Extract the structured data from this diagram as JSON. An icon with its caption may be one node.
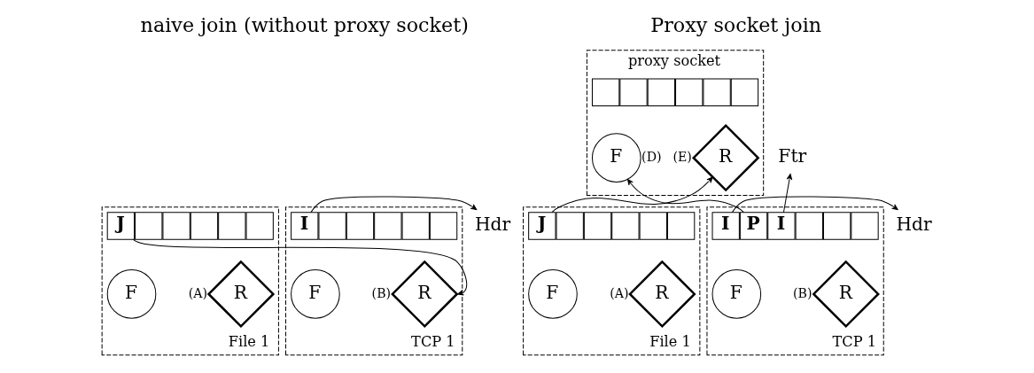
{
  "diagram": {
    "nodes": [
      {
        "text": [
          "File 1"
        ]
      },
      {
        "text": [
          "J"
        ],
        "in": 0
      },
      {
        "text": [],
        "shape": "box",
        "in": 0
      },
      {
        "text": [],
        "shape": "box",
        "in": 0
      },
      {
        "text": [],
        "shape": "box",
        "in": 0
      },
      {
        "text": [],
        "shape": "box",
        "in": 0
      },
      {
        "text": [],
        "shape": "box",
        "in": 0
      },
      {
        "text": [
          "F"
        ],
        "in": 0
      },
      {
        "text": [
          "R"
        ],
        "beside": [
          "(A)"
        ],
        "in": 0
      },
      {
        "text": [
          "TCP 1"
        ]
      },
      {
        "text": [
          "I"
        ],
        "in": 9
      },
      {
        "text": [],
        "shape": "box",
        "in": 9
      },
      {
        "text": [],
        "shape": "box",
        "in": 9
      },
      {
        "text": [],
        "shape": "box",
        "in": 9
      },
      {
        "text": [],
        "shape": "box",
        "in": 9
      },
      {
        "text": [],
        "shape": "box",
        "in": 9
      },
      {
        "text": [
          "F"
        ],
        "in": 9
      },
      {
        "text": [
          "R"
        ],
        "beside": [
          "(B)"
        ],
        "in": 9
      },
      {
        "text": [
          "Hdr"
        ]
      },
      {
        "text": [
          "proxy socket"
        ]
      },
      {
        "text": [],
        "shape": "box",
        "in": 19
      },
      {
        "text": [],
        "shape": "box",
        "in": 19
      },
      {
        "text": [],
        "shape": "box",
        "in": 19
      },
      {
        "text": [],
        "shape": "box",
        "in": 19
      },
      {
        "text": [],
        "shape": "box",
        "in": 19
      },
      {
        "text": [],
        "shape": "box",
        "in": 19
      },
      {
        "text": [
          "F"
        ],
        "beside": [
          "(D)"
        ],
        "in": 19
      },
      {
        "text": [
          "R"
        ],
        "beside": [
          "(E)"
        ],
        "in": 19
      },
      {
        "text": [
          "Ftr"
        ]
      },
      {
        "text": [
          "File 1"
        ]
      },
      {
        "text": [
          "J"
        ],
        "in": 29
      },
      {
        "text": [],
        "shape": "box",
        "in": 29
      },
      {
        "text": [],
        "shape": "box",
        "in": 29
      },
      {
        "text": [],
        "shape": "box",
        "in": 29
      },
      {
        "text": [],
        "shape": "box",
        "in": 29
      },
      {
        "text": [],
        "shape": "box",
        "in": 29
      },
      {
        "text": [
          "F"
        ],
        "in": 29
      },
      {
        "text": [
          "R"
        ],
        "beside": [
          "(A)"
        ],
        "in": 29
      },
      {
        "text": [
          "TCP 1"
        ]
      },
      {
        "text": [
          "I"
        ],
        "in": 38
      },
      {
        "text": [
          "P"
        ],
        "in": 38
      },
      {
        "text": [
          "I"
        ],
        "in": 38
      },
      {
        "text": [],
        "shape": "box",
        "in": 38
      },
      {
        "text": [],
        "shape": "box",
        "in": 38
      },
      {
        "text": [],
        "shape": "box",
        "in": 38
      },
      {
        "text": [
          "F"
        ],
        "in": 38
      },
      {
        "text": [
          "R"
        ],
        "beside": [
          "(B)"
        ],
        "in": 38
      },
      {
        "text": [
          "Hdr"
        ]
      }
    ],
    "edges": [
      {
        "from": 1,
        "to": 17,
        "arrow": "to"
      },
      {
        "from": 10,
        "to": 18,
        "arrow": "to"
      },
      {
        "from": 30,
        "to": 27,
        "arrow": "to"
      },
      {
        "from": 40,
        "to": 26,
        "arrow": "to"
      },
      {
        "from": 41,
        "to": 28,
        "arrow": "to"
      },
      {
        "from": 39,
        "to": 47,
        "arrow": "to"
      }
    ],
    "labels": [
      "naive join (without proxy socket)",
      "Proxy socket join"
    ]
  }
}
